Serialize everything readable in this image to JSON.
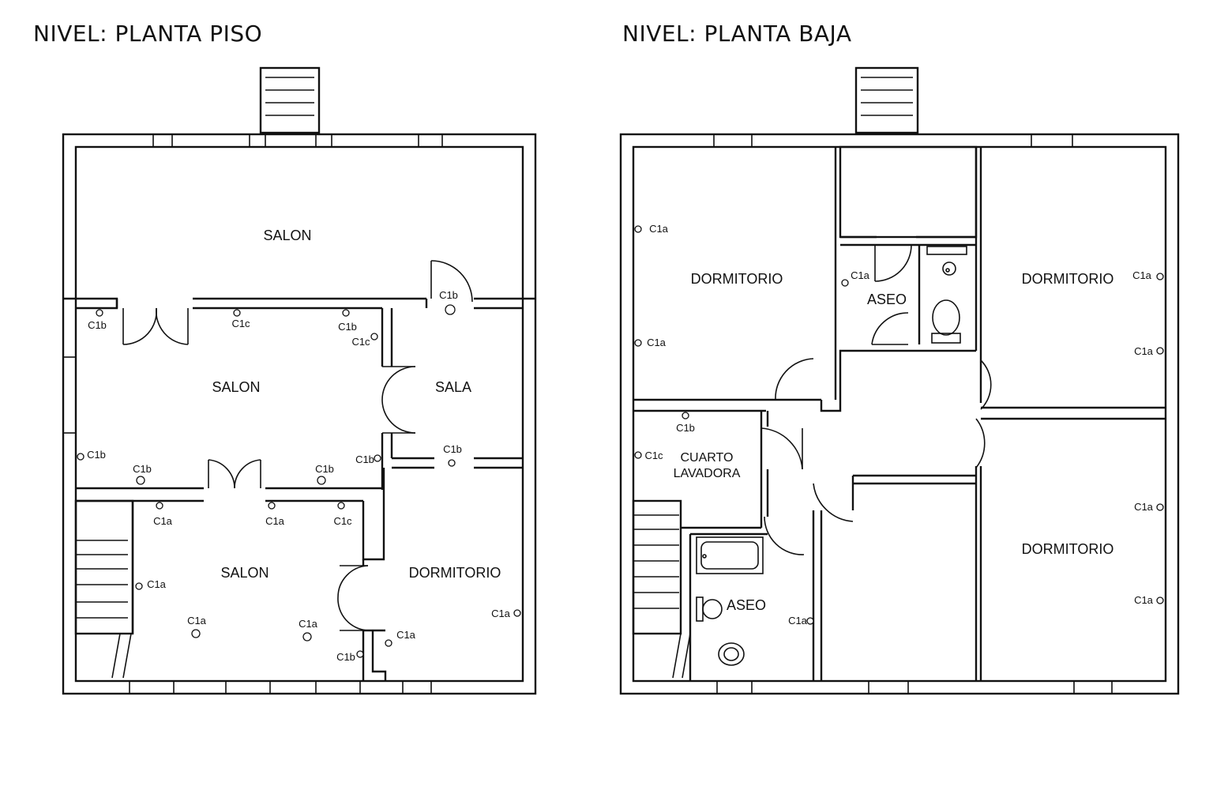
{
  "titles": {
    "left": "NIVEL: PLANTA PISO",
    "right": "NIVEL: PLANTA BAJA"
  },
  "left_plan": {
    "rooms": [
      "SALON",
      "SALON",
      "SALA",
      "SALON",
      "DORMITORIO"
    ],
    "circuits": [
      "C1b",
      "C1c",
      "C1b",
      "C1c",
      "C1b",
      "C1b",
      "C1b",
      "C1b",
      "C1b",
      "C1b",
      "C1a",
      "C1a",
      "C1c",
      "C1a",
      "C1a",
      "C1a",
      "C1a",
      "C1b",
      "C1a"
    ]
  },
  "right_plan": {
    "rooms": [
      "DORMITORIO",
      "ASEO",
      "DORMITORIO",
      "CUARTO",
      "LAVADORA",
      "ASEO",
      "DORMITORIO"
    ],
    "circuits": [
      "C1a",
      "C1a",
      "C1a",
      "C1a",
      "C1a",
      "C1b",
      "C1c",
      "C1a",
      "C1a",
      "C1a"
    ]
  }
}
